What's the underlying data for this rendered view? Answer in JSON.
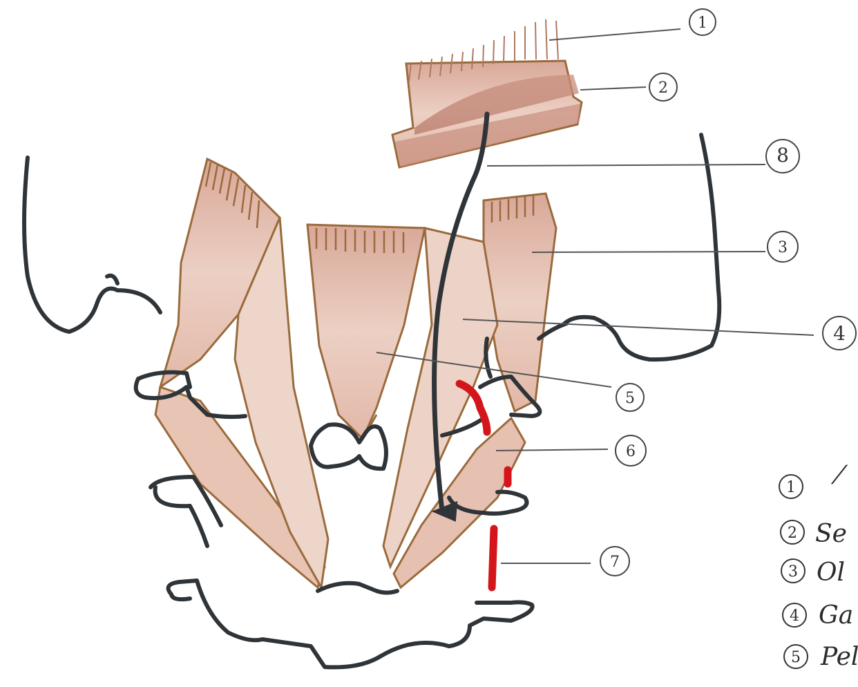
{
  "callouts": [
    {
      "number": "1"
    },
    {
      "number": "2"
    },
    {
      "number": "8"
    },
    {
      "number": "3"
    },
    {
      "number": "4"
    },
    {
      "number": "5"
    },
    {
      "number": "6"
    },
    {
      "number": "7"
    }
  ],
  "legend": [
    {
      "number": "1",
      "text": "⁄"
    },
    {
      "number": "2",
      "text": "Se"
    },
    {
      "number": "3",
      "text": "Ol"
    },
    {
      "number": "4",
      "text": "Ga"
    },
    {
      "number": "5",
      "text": "Peli"
    }
  ],
  "colors": {
    "muscle_fill": "#e6c2b3",
    "muscle_shade": "#c98f7d",
    "muscle_outline": "#9a6a3c",
    "bone_outline": "#2f3439",
    "nerve": "#2f3439",
    "artery": "#d4161c",
    "leader_line": "#555555"
  }
}
